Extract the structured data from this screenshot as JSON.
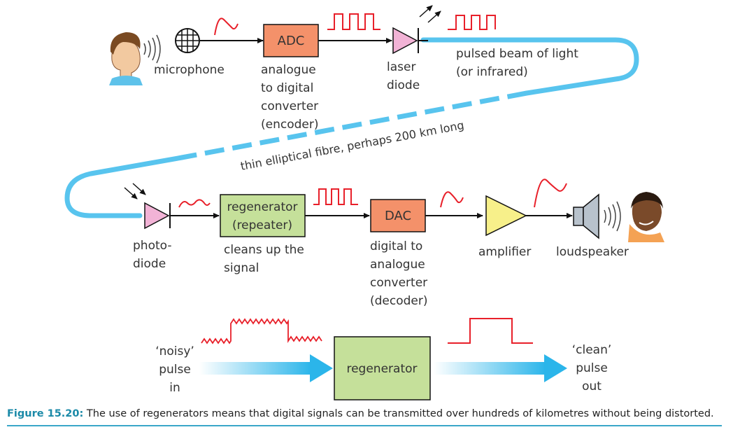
{
  "labels": {
    "microphone": "microphone",
    "adc": "ADC",
    "adc_desc": [
      "analogue",
      "to digital",
      "converter",
      "(encoder)"
    ],
    "laser_diode": [
      "laser",
      "diode"
    ],
    "pulsed_beam": [
      "pulsed beam of light",
      "(or infrared)"
    ],
    "fibre": "thin elliptical fibre, perhaps 200 km long",
    "photodiode": [
      "photo-",
      "diode"
    ],
    "regenerator_box": [
      "regenerator",
      "(repeater)"
    ],
    "regenerator_desc": [
      "cleans up the",
      "signal"
    ],
    "dac": "DAC",
    "dac_desc": [
      "digital to",
      "analogue",
      "converter",
      "(decoder)"
    ],
    "amplifier": "amplifier",
    "loudspeaker": "loudspeaker",
    "noisy_in": [
      "‘noisy’",
      "pulse",
      "in"
    ],
    "regenerator_bottom": "regenerator",
    "clean_out": [
      "‘clean’",
      "pulse",
      "out"
    ]
  },
  "caption": {
    "figure": "Figure 15.20:",
    "text": " The use of regenerators means that digital signals can be transmitted over hundreds of kilometres without being distorted."
  },
  "colors": {
    "signal_red": "#e8202a",
    "box_orange": "#f4916a",
    "box_green": "#c5e09a",
    "amp_yellow": "#f7f08a",
    "diode_pink": "#f2b3d6",
    "fibre_blue": "#58c4ee",
    "arrow_blue": "#2bb5ea",
    "caption_blue": "#1b8aa8"
  }
}
